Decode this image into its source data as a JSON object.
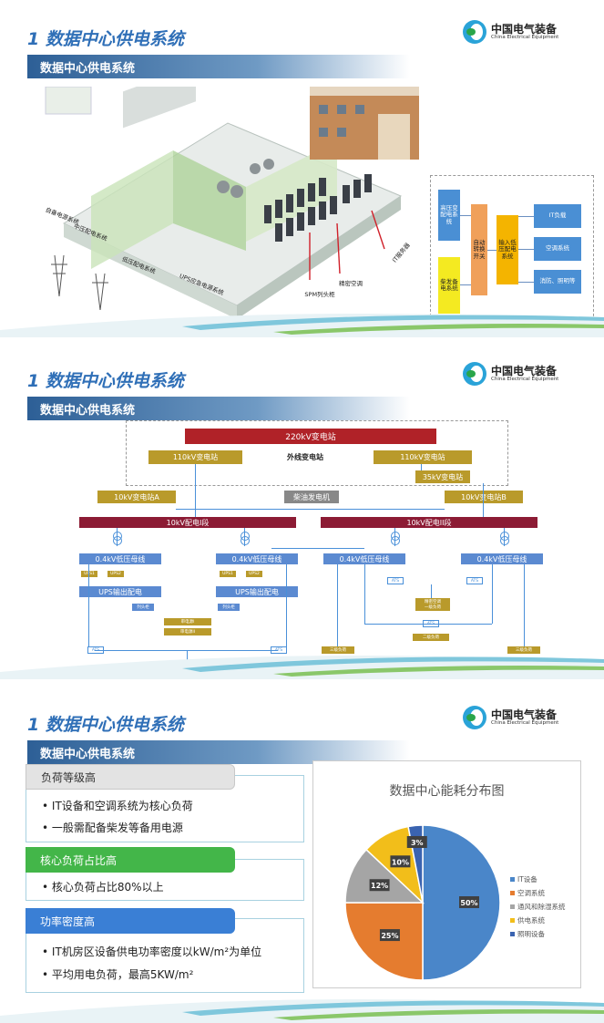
{
  "slides": [
    {
      "title": "1  数据中心供电系统",
      "banner": "数据中心供电系统"
    },
    {
      "title": "1  数据中心供电系统",
      "banner": "数据中心供电系统"
    },
    {
      "title": "1  数据中心供电系统",
      "banner": "数据中心供电系统"
    }
  ],
  "logo": {
    "cn": "中国电气装备",
    "en": "China Electrical Equipment"
  },
  "s1": {
    "labels": {
      "self_gen": "自备电源系统",
      "mv": "中压配电系统",
      "lv": "低压配电系统",
      "ups": "UPS应急电源系统",
      "spm": "SPM列头柜",
      "ac": "精密空调",
      "it": "IT服务器"
    },
    "flow": {
      "hv": "高压变配电系统",
      "gen": "柴发备电系统",
      "ats": "自动转换开关",
      "lvin": "输入低压配电系统",
      "itload": "IT负载",
      "acsys": "空调系统",
      "fire": "消防、照明等"
    }
  },
  "s2": {
    "sub220": "220kV变电站",
    "sub110a": "110kV变电站",
    "sub110b": "110kV变电站",
    "outer": "外线变电站",
    "sub35": "35kV变电站",
    "sub10a": "10kV变电站A",
    "diesel": "柴油发电机",
    "sub10b": "10kV变电站B",
    "seg1": "10kV配电I段",
    "seg2": "10kV配电II段",
    "lv1": "0.4kV低压母线",
    "lv2": "0.4kV低压母线",
    "lv3": "0.4kV低压母线",
    "lv4": "0.4kV低压母线",
    "ups1": "UPS1",
    "ups2": "UPS2",
    "ups3": "UPS1",
    "ups4": "UPS2",
    "upsout1": "UPS输出配电",
    "upsout2": "UPS输出配电",
    "col1": "列头柜",
    "col2": "列头柜",
    "busI": "审电源I",
    "busII": "审电源II",
    "ats": "ATS",
    "cool": "冷冻泵",
    "acload": "精密空调\n一级负荷",
    "l2": "二级负荷",
    "l3a": "三级负荷",
    "l3b": "三级负荷"
  },
  "s3": {
    "cards": [
      {
        "head": "负荷等级高",
        "items": [
          "IT设备和空调系统为核心负荷",
          "一般需配备柴发等备用电源"
        ],
        "color": "#e6e6e6"
      },
      {
        "head": "核心负荷占比高",
        "items": [
          "核心负荷占比80%以上"
        ],
        "color": "#43b649"
      },
      {
        "head": "功率密度高",
        "items": [
          "IT机房区设备供电功率密度以kW/m²为单位",
          "平均用电负荷，最高5KW/m²"
        ],
        "color": "#3a7fd5"
      }
    ]
  },
  "chart_data": {
    "type": "pie",
    "title": "数据中心能耗分布图",
    "categories": [
      "IT设备",
      "空调系统",
      "通风和除湿系统",
      "供电系统",
      "照明设备"
    ],
    "values": [
      50,
      25,
      12,
      10,
      3
    ],
    "labels": [
      "50%",
      "25%",
      "12%",
      "10%",
      "3%"
    ],
    "colors": [
      "#4a86c9",
      "#e57c2f",
      "#a5a5a5",
      "#f2be1a",
      "#3a63b0"
    ],
    "legend_position": "right"
  }
}
